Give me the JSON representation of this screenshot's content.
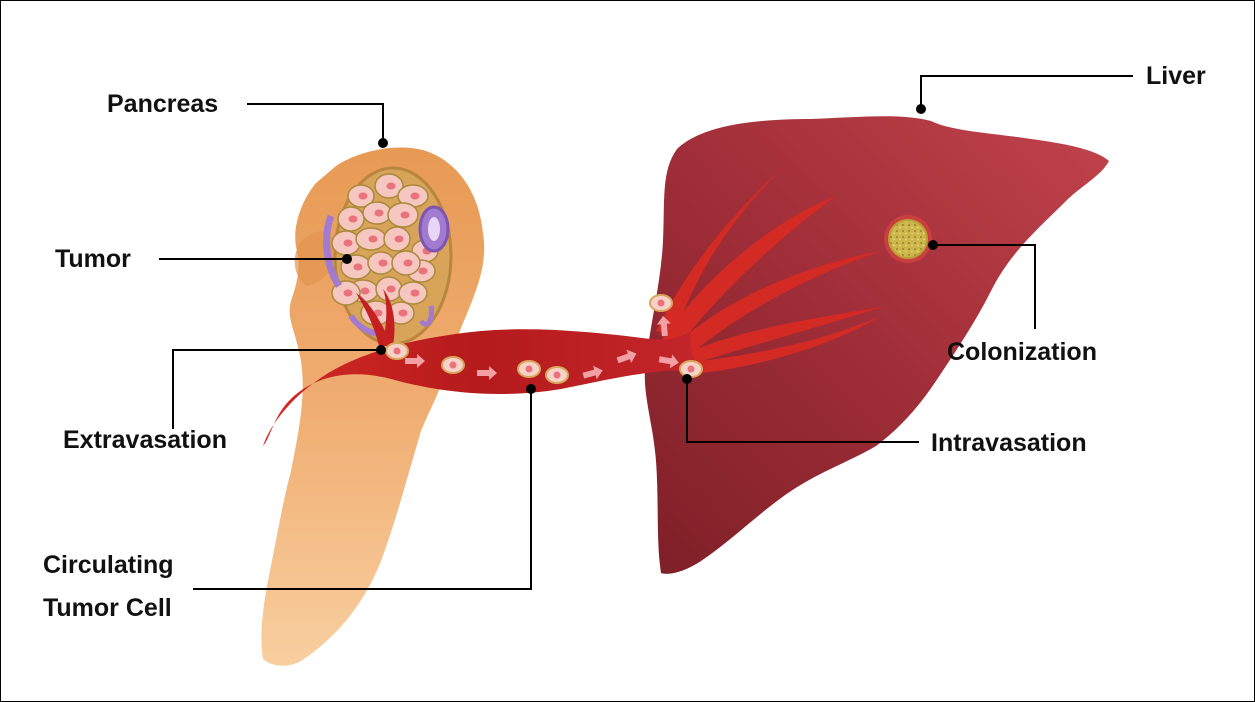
{
  "labels": {
    "pancreas": "Pancreas",
    "tumor": "Tumor",
    "extravasation": "Extravasation",
    "circulating_line1": "Circulating",
    "circulating_line2": "Tumor Cell",
    "liver": "Liver",
    "colonization": "Colonization",
    "intravasation": "Intravasation"
  },
  "colors": {
    "pancreas_light": "#f5b98a",
    "pancreas_dark": "#e9a05e",
    "tumor_cell": "#f6c6c0",
    "tumor_nucleus": "#e9727c",
    "vessel_wall": "#a27ad0",
    "blood_vessel": "#c81e1e",
    "liver": "#a8303a",
    "colony": "#d8c35c",
    "leader_line": "#000000"
  }
}
